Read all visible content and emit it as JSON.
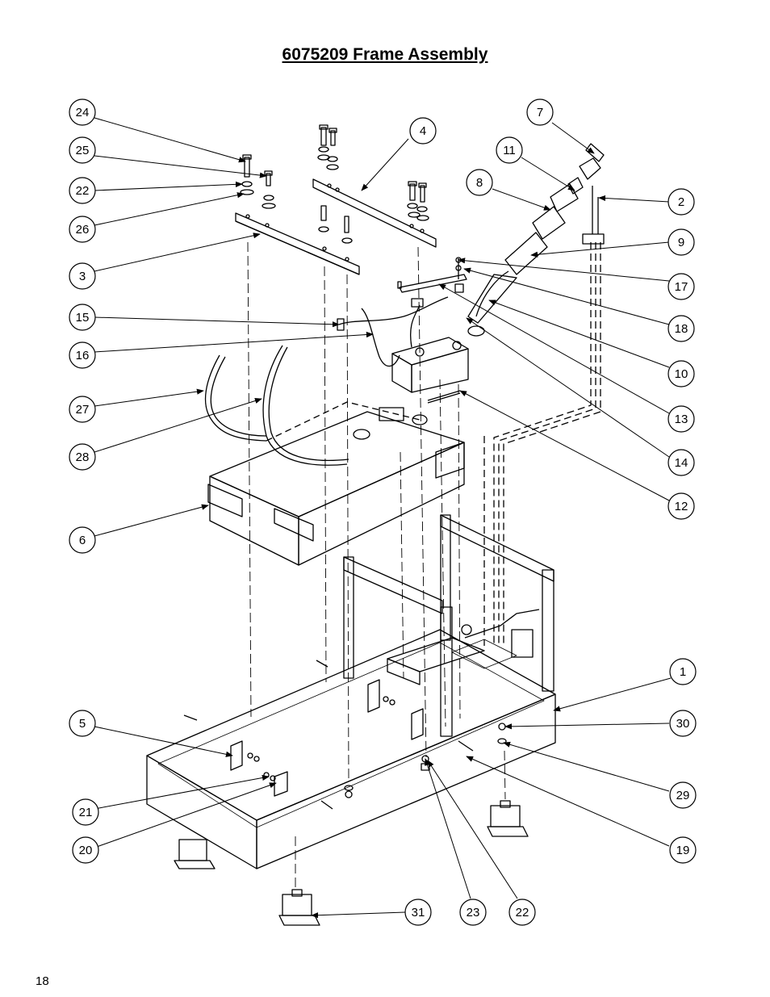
{
  "title": "6075209 Frame Assembly",
  "page_number": "18",
  "callouts": [
    {
      "label": "24"
    },
    {
      "label": "25"
    },
    {
      "label": "22"
    },
    {
      "label": "26"
    },
    {
      "label": "3"
    },
    {
      "label": "15"
    },
    {
      "label": "16"
    },
    {
      "label": "27"
    },
    {
      "label": "28"
    },
    {
      "label": "6"
    },
    {
      "label": "5"
    },
    {
      "label": "21"
    },
    {
      "label": "20"
    },
    {
      "label": "4"
    },
    {
      "label": "7"
    },
    {
      "label": "11"
    },
    {
      "label": "8"
    },
    {
      "label": "2"
    },
    {
      "label": "9"
    },
    {
      "label": "17"
    },
    {
      "label": "18"
    },
    {
      "label": "10"
    },
    {
      "label": "13"
    },
    {
      "label": "14"
    },
    {
      "label": "12"
    },
    {
      "label": "1"
    },
    {
      "label": "30"
    },
    {
      "label": "29"
    },
    {
      "label": "19"
    },
    {
      "label": "31"
    },
    {
      "label": "23"
    },
    {
      "label": "22"
    }
  ]
}
